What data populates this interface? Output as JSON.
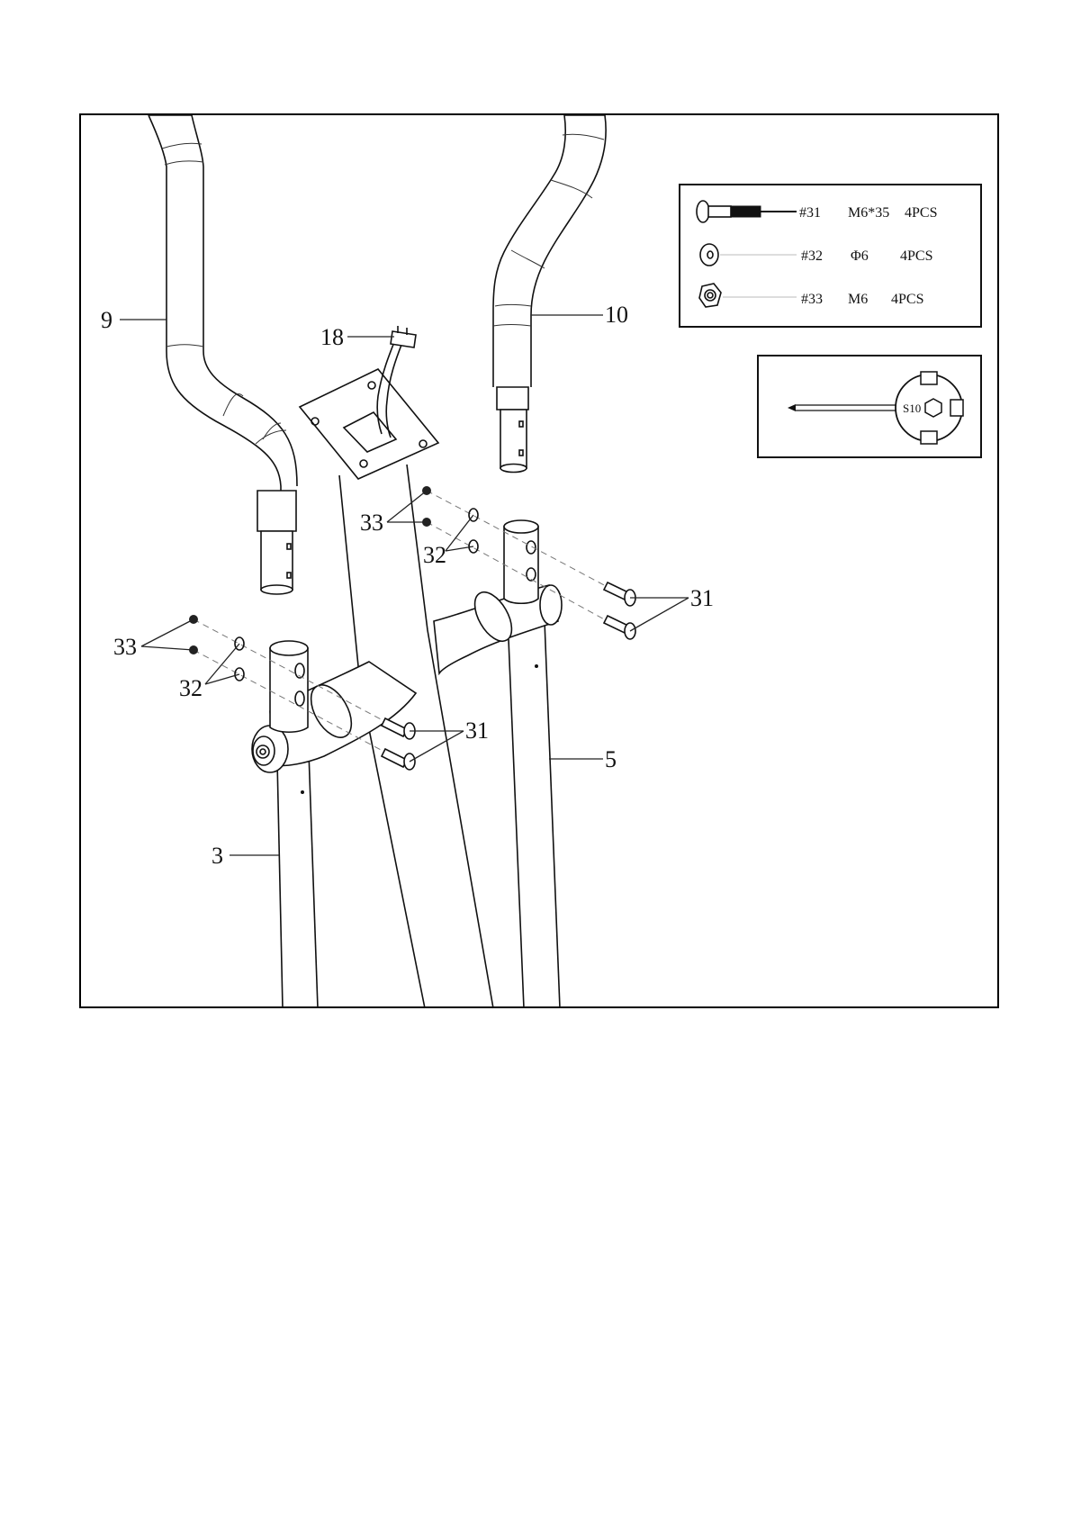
{
  "callouts": {
    "p9": "9",
    "p10": "10",
    "p18": "18",
    "p33_upper": "33",
    "p32_upper": "32",
    "p31_right": "31",
    "p33_left": "33",
    "p32_left": "32",
    "p31_left": "31",
    "p5": "5",
    "p3": "3"
  },
  "hardware": [
    {
      "part": "#31",
      "size": "M6*35",
      "qty": "4PCS"
    },
    {
      "part": "#32",
      "size": "Φ6",
      "qty": "4PCS"
    },
    {
      "part": "#33",
      "size": "M6",
      "qty": "4PCS"
    }
  ],
  "tool": {
    "label": "S10"
  }
}
